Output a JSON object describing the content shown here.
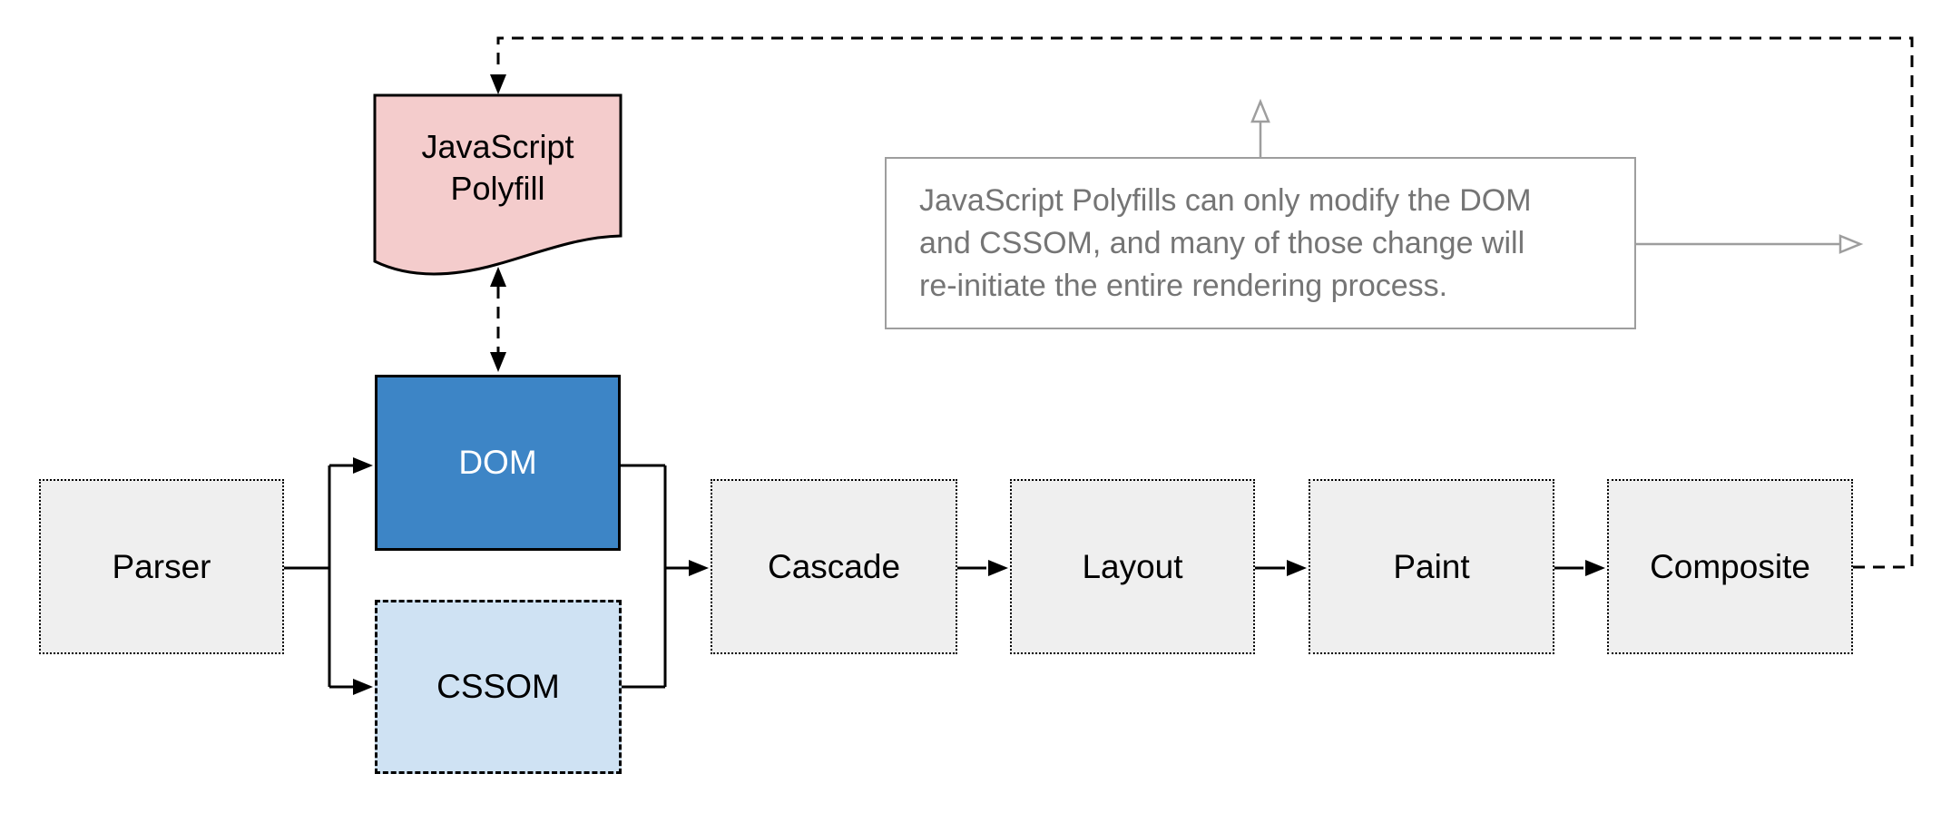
{
  "diagram": {
    "title_hint": "Browser rendering pipeline with JavaScript polyfill feedback loop",
    "polyfill": {
      "label_lines": [
        "JavaScript",
        "Polyfill"
      ],
      "fill": "#f4cccc",
      "shape": "document"
    },
    "dom": {
      "label": "DOM",
      "fill": "#3d85c6",
      "text_color": "#ffffff"
    },
    "cssom": {
      "label": "CSSOM",
      "fill": "#cfe2f3",
      "border_style": "dashed"
    },
    "pipeline": [
      {
        "id": "parser",
        "label": "Parser"
      },
      {
        "id": "cascade",
        "label": "Cascade"
      },
      {
        "id": "layout",
        "label": "Layout"
      },
      {
        "id": "paint",
        "label": "Paint"
      },
      {
        "id": "composite",
        "label": "Composite"
      }
    ],
    "note": {
      "lines": [
        "JavaScript Polyfills can only modify the DOM",
        "and CSSOM, and many of those change will",
        "re-initiate the entire rendering process."
      ],
      "border_color": "#9e9e9e",
      "text_color": "#757575"
    },
    "colors": {
      "stage_fill": "#efefef",
      "stage_border": "#000000",
      "connector_black": "#000000",
      "connector_gray": "#9e9e9e",
      "background": "#ffffff"
    }
  }
}
